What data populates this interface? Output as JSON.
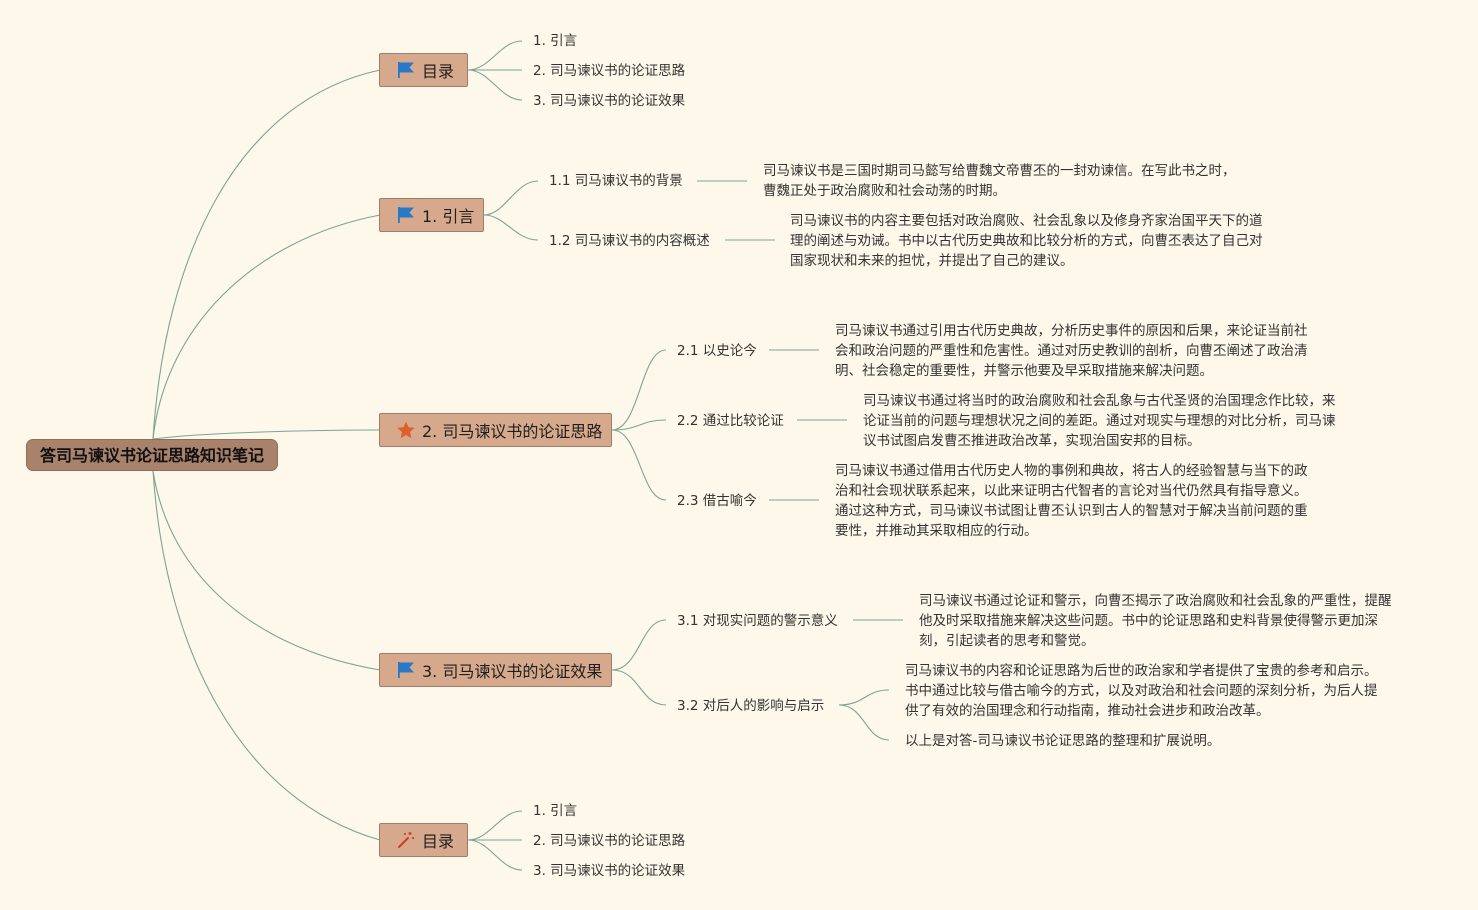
{
  "root": {
    "title": "答司马谏议书论证思路知识笔记"
  },
  "branches": {
    "toc1": {
      "title": "目录",
      "icon": "flag-icon",
      "items": [
        "1. 引言",
        "2. 司马谏议书的论证思路",
        "3. 司马谏议书的论证效果"
      ]
    },
    "intro": {
      "title": "1. 引言",
      "icon": "flag-icon",
      "subs": [
        {
          "label": "1.1 司马谏议书的背景",
          "text": "司马谏议书是三国时期司马懿写给曹魏文帝曹丕的一封劝谏信。在写此书之时，\n曹魏正处于政治腐败和社会动荡的时期。"
        },
        {
          "label": "1.2 司马谏议书的内容概述",
          "text": "司马谏议书的内容主要包括对政治腐败、社会乱象以及修身齐家治国平天下的道\n理的阐述与劝诫。书中以古代历史典故和比较分析的方式，向曹丕表达了自己对\n国家现状和未来的担忧，并提出了自己的建议。"
        }
      ]
    },
    "argument": {
      "title": "2. 司马谏议书的论证思路",
      "icon": "star-icon",
      "subs": [
        {
          "label": "2.1 以史论今",
          "text": "司马谏议书通过引用古代历史典故，分析历史事件的原因和后果，来论证当前社\n会和政治问题的严重性和危害性。通过对历史教训的剖析，向曹丕阐述了政治清\n明、社会稳定的重要性，并警示他要及早采取措施来解决问题。"
        },
        {
          "label": "2.2 通过比较论证",
          "text": "司马谏议书通过将当时的政治腐败和社会乱象与古代圣贤的治国理念作比较，来\n论证当前的问题与理想状况之间的差距。通过对现实与理想的对比分析，司马谏\n议书试图启发曹丕推进政治改革，实现治国安邦的目标。"
        },
        {
          "label": "2.3 借古喻今",
          "text": "司马谏议书通过借用古代历史人物的事例和典故，将古人的经验智慧与当下的政\n治和社会现状联系起来，以此来证明古代智者的言论对当代仍然具有指导意义。\n通过这种方式，司马谏议书试图让曹丕认识到古人的智慧对于解决当前问题的重\n要性，并推动其采取相应的行动。"
        }
      ]
    },
    "effect": {
      "title": "3. 司马谏议书的论证效果",
      "icon": "flag-icon",
      "subs": [
        {
          "label": "3.1 对现实问题的警示意义",
          "text": "司马谏议书通过论证和警示，向曹丕揭示了政治腐败和社会乱象的严重性，提醒\n他及时采取措施来解决这些问题。书中的论证思路和史料背景使得警示更加深\n刻，引起读者的思考和警觉。"
        },
        {
          "label": "3.2 对后人的影响与启示",
          "text": "司马谏议书的内容和论证思路为后世的政治家和学者提供了宝贵的参考和启示。\n书中通过比较与借古喻今的方式，以及对政治和社会问题的深刻分析，为后人提\n供了有效的治国理念和行动指南，推动社会进步和政治改革。",
          "text2": "以上是对答-司马谏议书论证思路的整理和扩展说明。"
        }
      ]
    },
    "toc2": {
      "title": "目录",
      "icon": "magic-wand-icon",
      "items": [
        "1. 引言",
        "2. 司马谏议书的论证思路",
        "3. 司马谏议书的论证效果"
      ]
    }
  },
  "colors": {
    "background": "#fdf8e9",
    "root_fill": "#a8826b",
    "branch_fill": "#d7a98c",
    "connector": "#7aa595",
    "flag": "#2a79c9",
    "star": "#e0602a",
    "wand": "#d33a2a"
  }
}
